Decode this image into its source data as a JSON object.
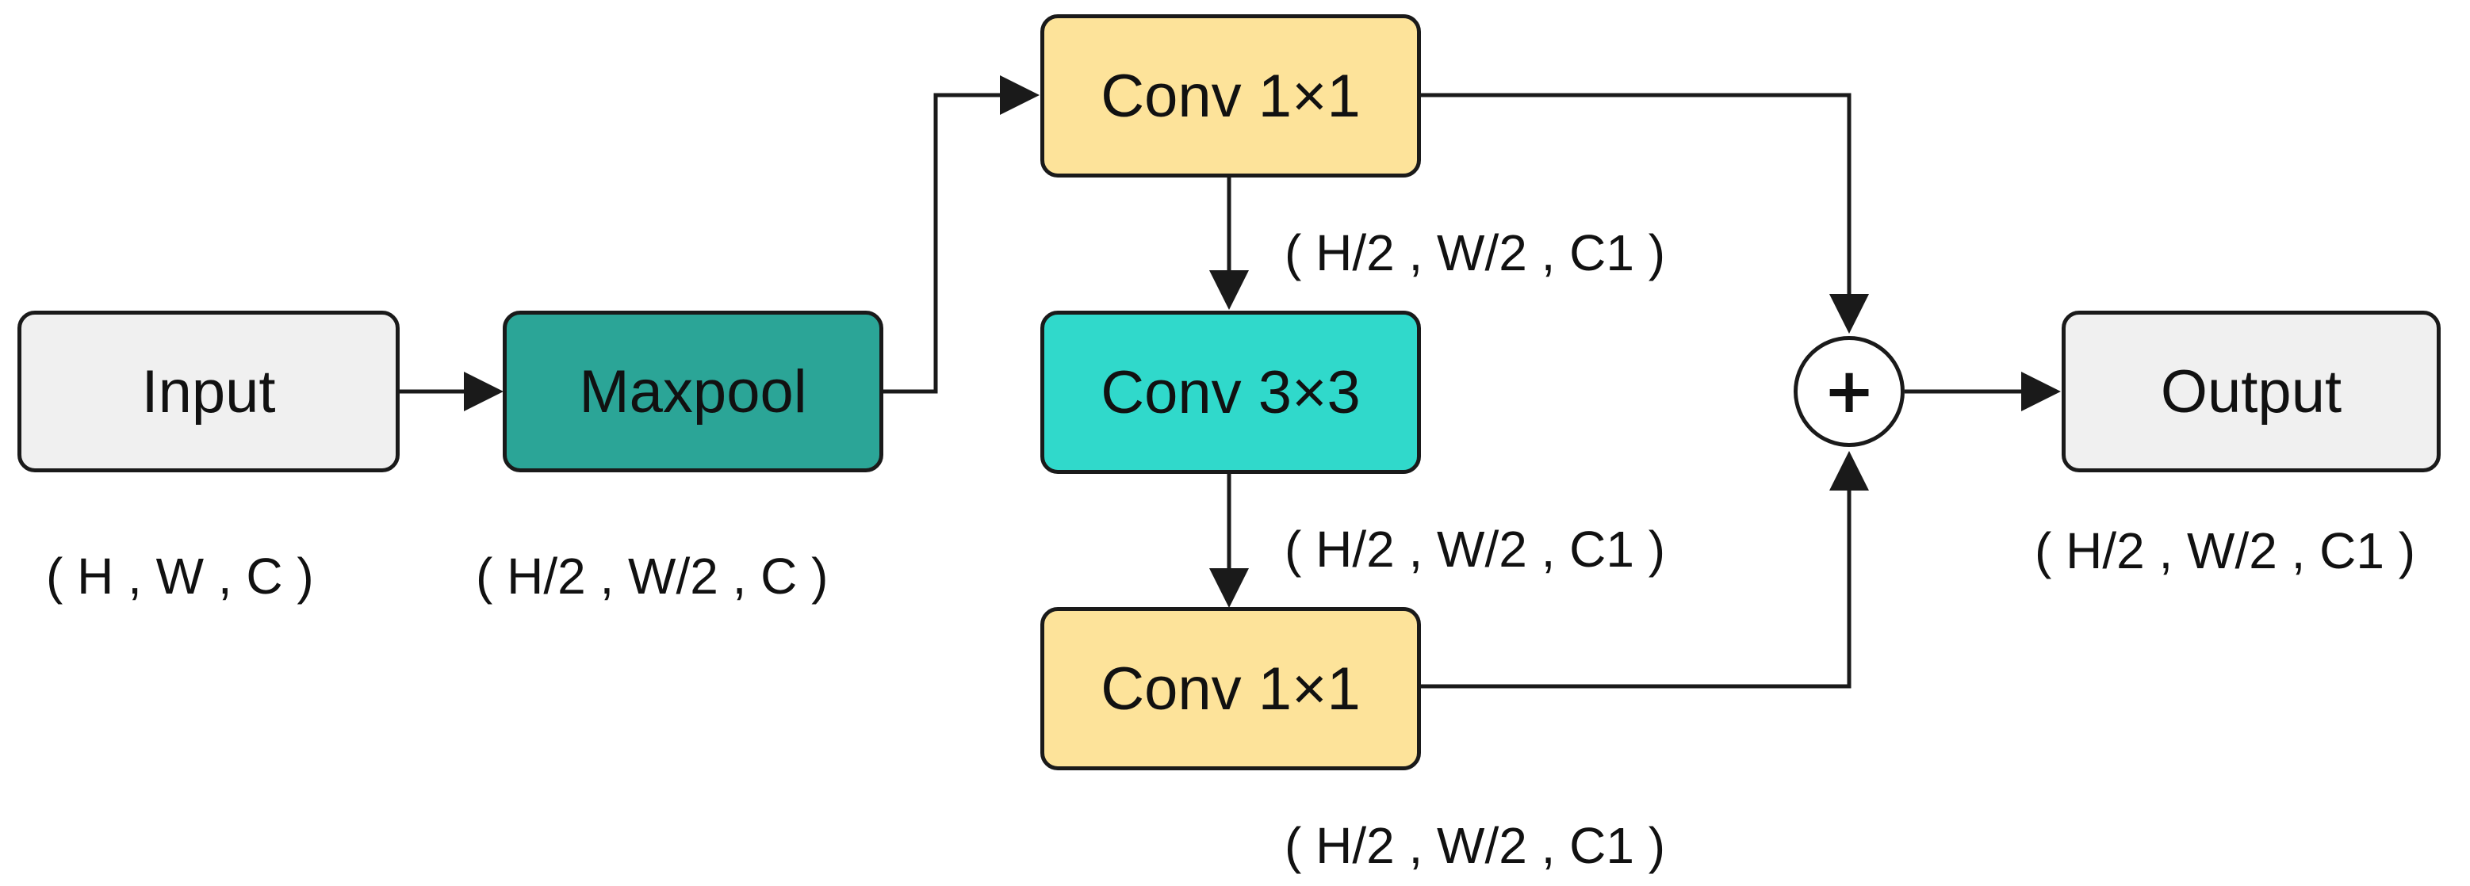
{
  "nodes": {
    "input": "Input",
    "maxpool": "Maxpool",
    "conv1_top": "Conv 1×1",
    "conv3": "Conv 3×3",
    "conv1_bottom": "Conv 1×1",
    "output": "Output",
    "sum": "+"
  },
  "dims": {
    "input": "( H , W , C )",
    "maxpool": "( H/2 , W/2 , C )",
    "conv1_top": "( H/2 , W/2 , C1 )",
    "conv3": "( H/2 , W/2 , C1 )",
    "conv1_bottom": "( H/2 , W/2 , C1 )",
    "output": "( H/2 , W/2 , C1 )"
  },
  "colors": {
    "input": "#f0f0f0",
    "maxpool": "#2ba597",
    "conv1": "#fde39a",
    "conv3": "#30d9cb",
    "output": "#f0f0f0",
    "stroke": "#1a1a1a"
  }
}
